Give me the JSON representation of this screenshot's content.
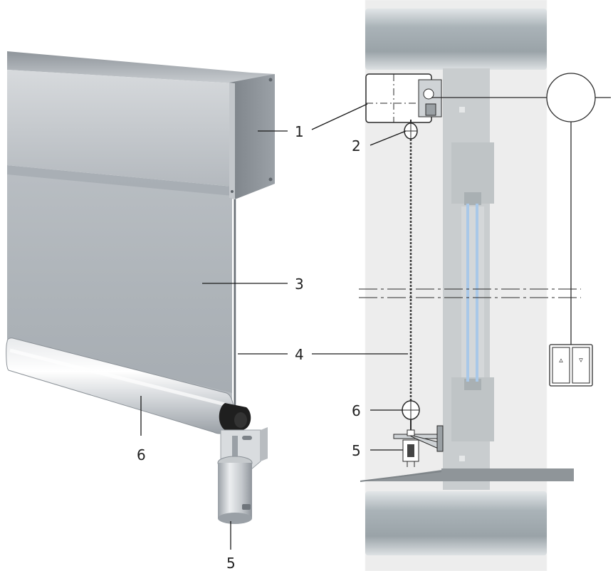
{
  "callouts": {
    "left": {
      "housing": "1",
      "fabric": "3",
      "guide_cable": "4",
      "bottom_bar": "6",
      "bracket": "5"
    },
    "right": {
      "housing": "1",
      "cable_guide": "2",
      "guide_cable": "4",
      "bottom_bar": "6",
      "bracket": "5"
    }
  },
  "switch": {
    "up_symbol": "▵",
    "down_symbol": "▿"
  },
  "colors": {
    "housing": "#b7bcc2",
    "fabric": "#a8afb5",
    "wall": "#ececec",
    "concrete": "#9fa8ad",
    "frame": "#c7cbcd",
    "glass": "#a9c8e8",
    "line": "#1a1a1a"
  }
}
